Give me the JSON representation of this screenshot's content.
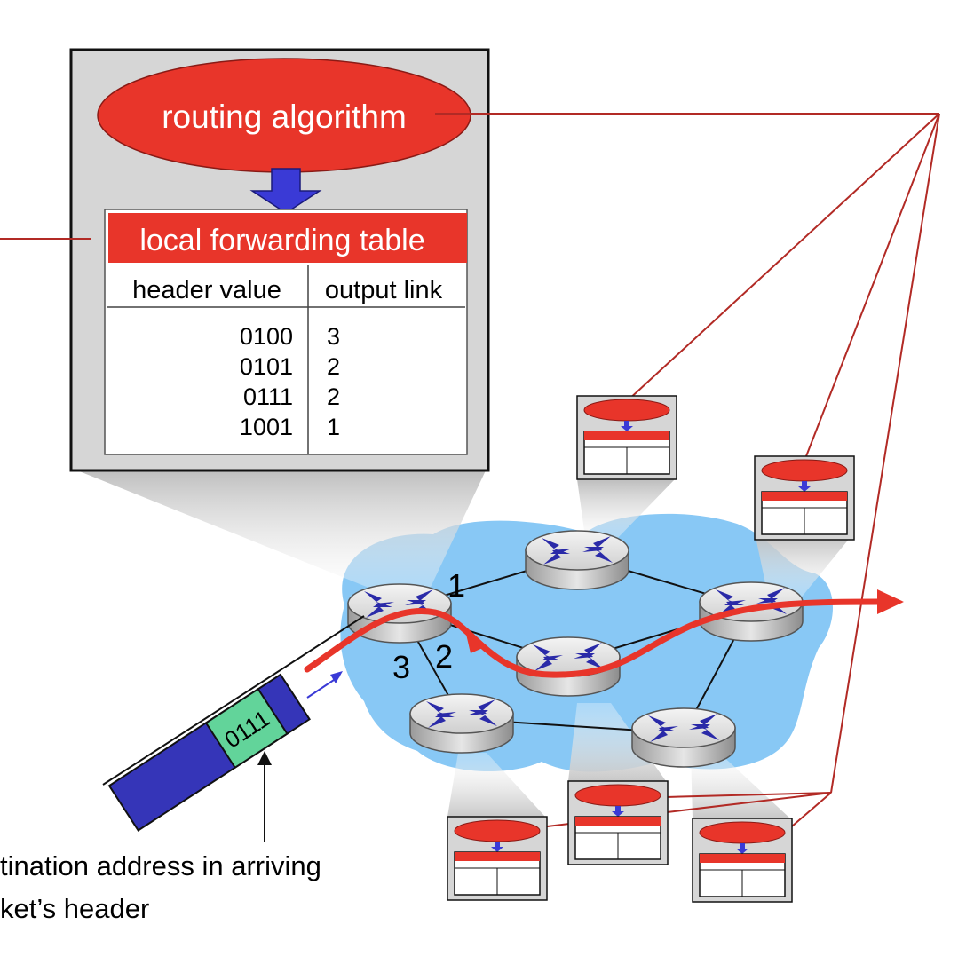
{
  "routing_algorithm_label": "routing algorithm",
  "forwarding_table": {
    "title": "local forwarding table",
    "columns": [
      "header value",
      "output link"
    ],
    "rows": [
      {
        "header": "0100",
        "link": "3"
      },
      {
        "header": "0101",
        "link": "2"
      },
      {
        "header": "0111",
        "link": "2"
      },
      {
        "header": "1001",
        "link": "1"
      }
    ]
  },
  "router_ports": {
    "port1": "1",
    "port2": "2",
    "port3": "3"
  },
  "packet_header": "0111",
  "caption_line1": "tination address in arriving",
  "caption_line2": "ket’s header",
  "colors": {
    "red": "#e8352a",
    "line_red": "#b22a25",
    "cloud": "#88c8f5",
    "arrow_blue": "#3a3ad6",
    "packet_blue": "#3535b8",
    "header_green": "#62d49a",
    "panel_gray": "#d6d6d6"
  }
}
